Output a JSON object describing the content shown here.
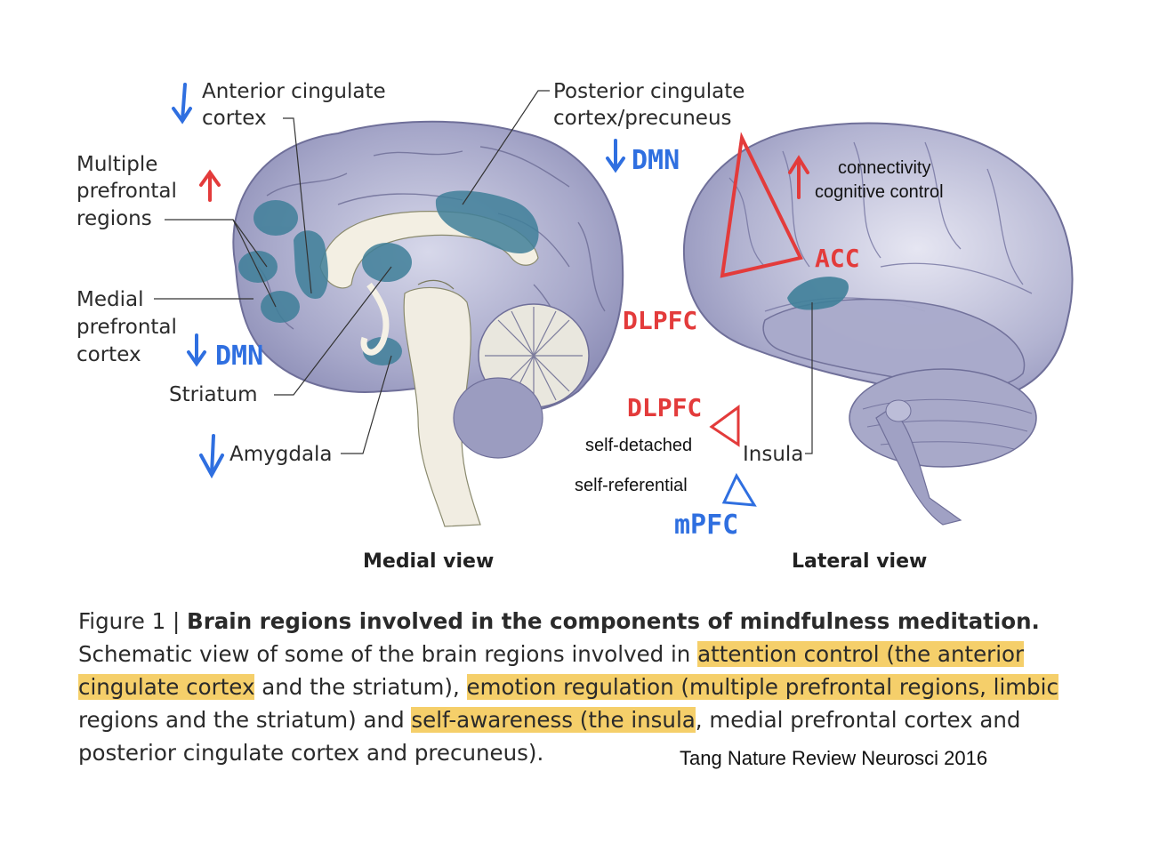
{
  "labels": {
    "acc": [
      "Anterior cingulate",
      "cortex"
    ],
    "multiple_pfc": [
      "Multiple",
      "prefrontal",
      "regions"
    ],
    "mpfc": [
      "Medial",
      "prefrontal",
      "cortex"
    ],
    "striatum": "Striatum",
    "amygdala": "Amygdala",
    "pcc": [
      "Posterior cingulate",
      "cortex/precuneus"
    ],
    "insula": "Insula"
  },
  "views": {
    "medial": "Medial view",
    "lateral": "Lateral view"
  },
  "annotations": {
    "dmn_pcc": "DMN",
    "dmn_mpfc": "DMN",
    "connectivity": "connectivity",
    "cognitive_control": "cognitive control",
    "acc_hand": "ACC",
    "dlpfc_top": "DLPFC",
    "dlpfc_bottom": "DLPFC",
    "self_detached": "self-detached",
    "self_referential": "self-referential",
    "mpfc_hand": "mPFC"
  },
  "caption": {
    "figure_no": "Figure 1 | ",
    "title": "Brain regions involved in the components of mindfulness meditation.",
    "p1": "Schematic view of some of the brain regions involved in ",
    "h1": "attention control (the anterior cingulate cortex",
    "p2": " and the striatum), ",
    "h2": "emotion regulation (multiple prefrontal regions, limbic",
    "p3": " regions and the striatum) and ",
    "h3": "self-awareness (the insula",
    "p4": ", medial prefrontal cortex and posterior cingulate cortex and precuneus)."
  },
  "credit": "Tang Nature Review Neurosci 2016",
  "colors": {
    "brain": "#9c9cc2",
    "region": "#3f7f99",
    "highlight": "#f5cf6a",
    "hand_blue": "#2f6fe0",
    "hand_red": "#e33b3b"
  }
}
